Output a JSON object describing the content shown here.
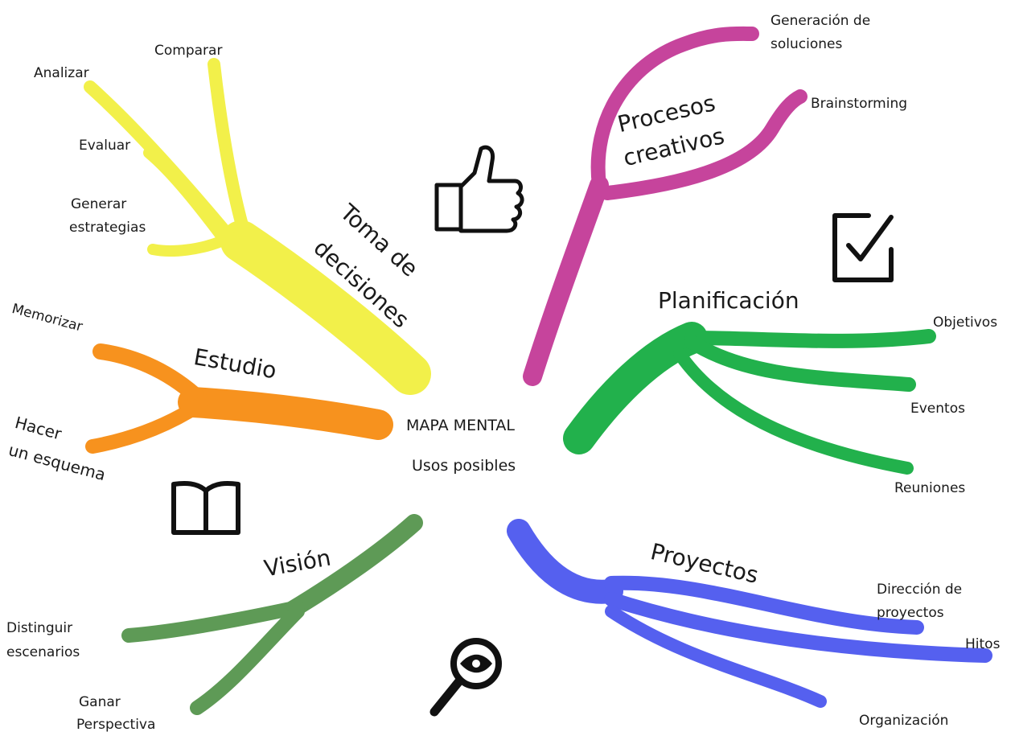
{
  "center": {
    "title": "MAPA MENTAL",
    "subtitle": "Usos posibles"
  },
  "branches": {
    "toma": {
      "title_line1": "Toma de",
      "title_line2": "decisiones",
      "color": "#f2f04a",
      "items": [
        "Comparar",
        "Analizar",
        "Evaluar",
        "Generar",
        "estrategias"
      ]
    },
    "estudio": {
      "title": "Estudio",
      "color": "#f7921e",
      "items": [
        "Memorizar",
        "Hacer",
        "un esquema"
      ]
    },
    "vision": {
      "title": "Visión",
      "color": "#5e9a56",
      "items": [
        "Distinguir",
        "escenarios",
        "Ganar",
        "Perspectiva"
      ]
    },
    "procesos": {
      "title_line1": "Procesos",
      "title_line2": "creativos",
      "color": "#c6449c",
      "items": [
        "Generación de",
        "soluciones",
        "Brainstorming"
      ]
    },
    "planificacion": {
      "title": "Planificación",
      "color": "#22b14c",
      "items": [
        "Objetivos",
        "Eventos",
        "Reuniones"
      ]
    },
    "proyectos": {
      "title": "Proyectos",
      "color": "#5560ef",
      "items": [
        "Dirección de",
        "proyectos",
        "Hitos",
        "Organización"
      ]
    }
  },
  "icons": [
    "thumbs-up-icon",
    "checkbox-check-icon",
    "open-book-icon",
    "magnifier-eye-icon"
  ]
}
